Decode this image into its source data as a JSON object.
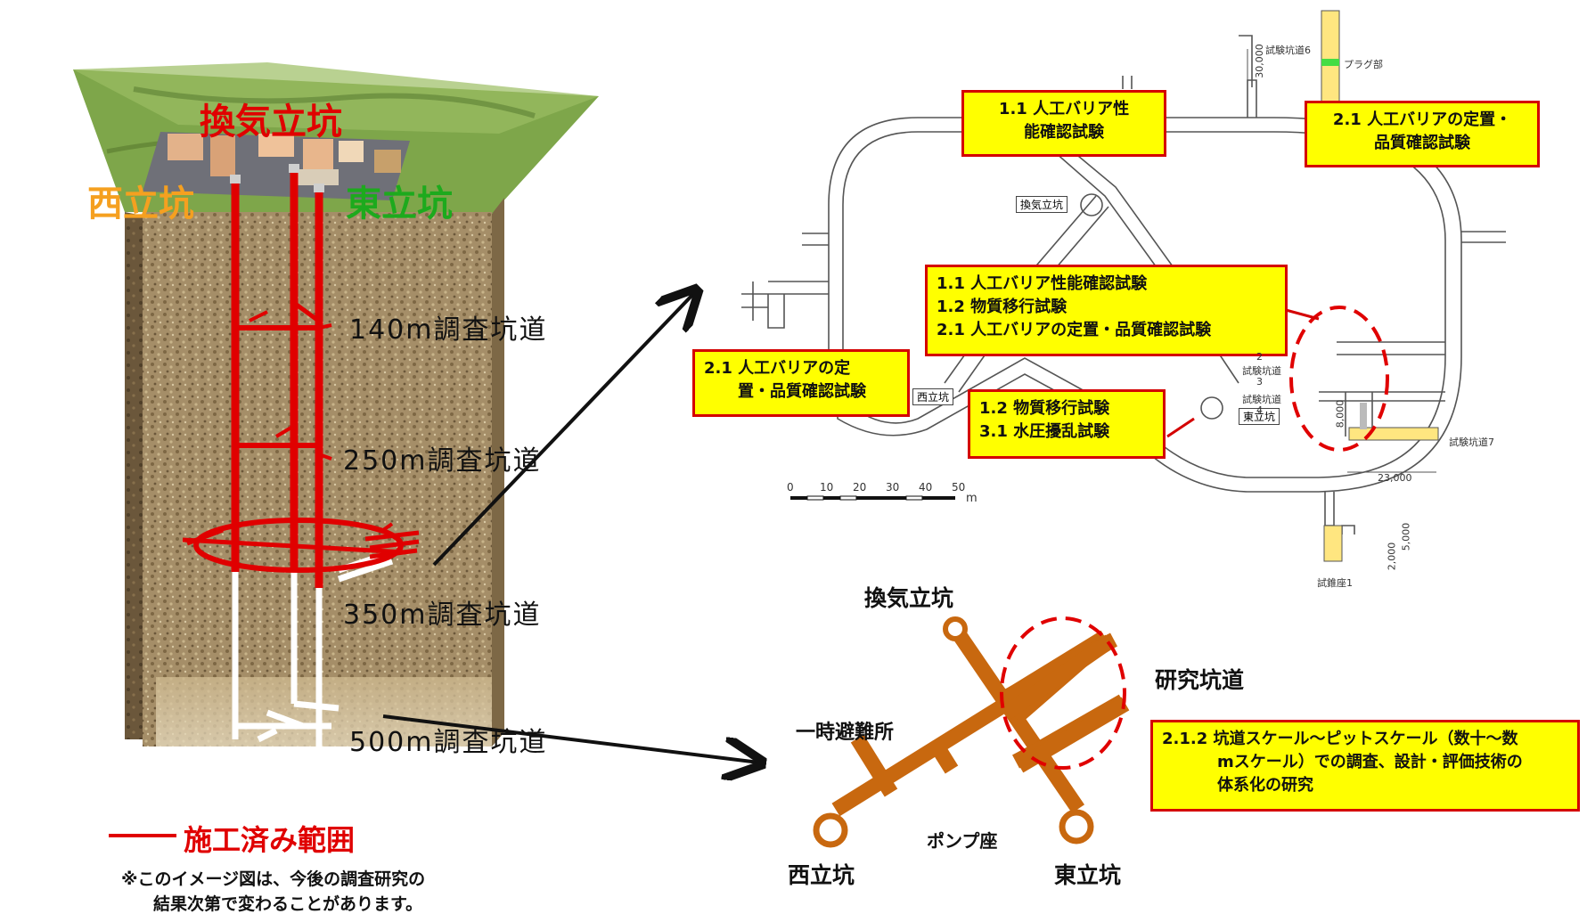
{
  "colors": {
    "constructed": "#e00000",
    "ventilation": "#e00000",
    "west": "#f5a020",
    "east": "#1daa1d",
    "highlight_box": "#ffff00",
    "highlight_border": "#d40000",
    "map_tunnel": "#c8680f"
  },
  "left_model": {
    "ventilation_shaft": "換気立坑",
    "west_shaft": "西立坑",
    "east_shaft": "東立坑",
    "levels": [
      "140m調査坑道",
      "250m調査坑道",
      "350m調査坑道",
      "500m調査坑道"
    ],
    "legend": "施工済み範囲",
    "note_line1": "※このイメージ図は、今後の調査研究の",
    "note_line2": "結果次第で変わることがあります。"
  },
  "plan_350": {
    "boxes": [
      {
        "lines": [
          "1.1  人工バリア性",
          "能確認試験"
        ]
      },
      {
        "lines": [
          "2.1  人工バリアの定置・",
          "品質確認試験"
        ]
      },
      {
        "lines": [
          "1.1  人工バリア性能確認試験",
          "1.2  物質移行試験",
          "2.1  人工バリアの定置・品質確認試験"
        ]
      },
      {
        "lines": [
          "2.1  人工バリアの定",
          "置・品質確認試験"
        ]
      },
      {
        "lines": [
          "1.2  物質移行試験",
          "3.1  水圧擾乱試験"
        ]
      }
    ],
    "labels": {
      "ventilation": "換気立坑",
      "west": "西立坑",
      "east": "東立坑",
      "test_tunnel_6": "試験坑道6",
      "plug": "プラグ部",
      "test_tunnel_7": "試験坑道7",
      "test_2": "2",
      "test_tunnel_a": "試験坑道",
      "test_3": "3",
      "test_tunnel_b": "試験坑道",
      "test_4": "4",
      "pit_1": "試錐座1",
      "dim_30000": "30,000",
      "dim_23000": "23,000",
      "dim_8000": "8,000",
      "dim_5000": "5,000",
      "dim_2000": "2,000"
    },
    "scale": {
      "ticks": [
        "0",
        "10",
        "20",
        "30",
        "40",
        "50"
      ],
      "unit": "m"
    }
  },
  "plan_500": {
    "ventilation": "換気立坑",
    "refuge": "一時避難所",
    "research": "研究坑道",
    "pump": "ポンプ座",
    "west": "西立坑",
    "east": "東立坑",
    "box_lines": [
      "2.1.2  坑道スケール～ピットスケール（数十～数",
      "mスケール）での調査、設計・評価技術の",
      "体系化の研究"
    ]
  }
}
